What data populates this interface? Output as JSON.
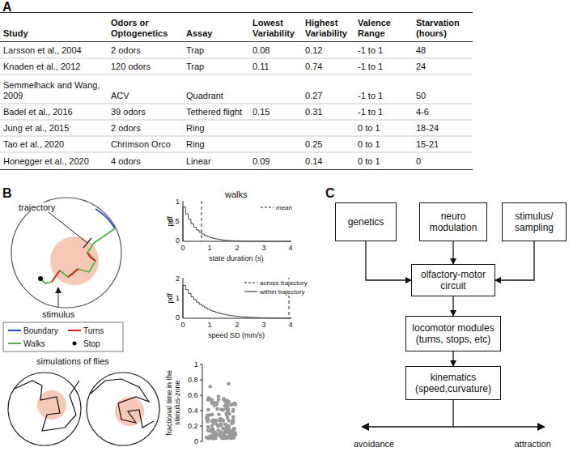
{
  "diagram": {
    "nodes": [
      {
        "text": [
          "genetics"
        ]
      },
      {
        "text": [
          "neuro modulation"
        ]
      },
      {
        "text": [
          "stimulus/ sampling"
        ]
      },
      {
        "text": [
          "olfactory-motor circuit"
        ]
      },
      {
        "text": [
          "locomotor modules (turns, stops, etc)"
        ]
      },
      {
        "text": [
          "kinematics (speed,curvature)"
        ]
      }
    ],
    "edges": [
      {
        "from": 0,
        "to": 3,
        "arrow": "to"
      },
      {
        "from": 1,
        "to": 3,
        "arrow": "to"
      },
      {
        "from": 2,
        "to": 3,
        "arrow": "to"
      },
      {
        "from": 3,
        "to": 4,
        "arrow": "to"
      },
      {
        "from": 4,
        "to": 5,
        "arrow": "to"
      }
    ],
    "labels": [
      "A",
      "Study",
      "Odors or Optogenetics",
      "Assay",
      "Lowest Variability",
      "Highest Variability",
      "Valence Range",
      "Starvation (hours)",
      "Larsson et al., 2004",
      "2 odors",
      "Trap",
      "0.08",
      "0.12",
      "-1 to 1",
      "48",
      "Knaden et al., 2012",
      "120 odors",
      "Trap",
      "0.11",
      "0.74",
      "-1 to 1",
      "24",
      "Semmelhack and Wang, 2009",
      "ACV",
      "Quadrant",
      "0.27",
      "-1 to 1",
      "50",
      "Badel et al., 2016",
      "39 odors",
      "Tethered flight",
      "0.15",
      "0.31",
      "-1 to 1",
      "4-6",
      "Jung et al., 2015",
      "2 odors",
      "Ring",
      "0 to 1",
      "18-24",
      "Tao et al., 2020",
      "Chrimson Orco",
      "Ring",
      "0.25",
      "0 to 1",
      "15-21",
      "Honegger et al., 2020",
      "4 odors",
      "Linear",
      "0.09",
      "0.14",
      "0 to 1",
      "0",
      "B",
      "trajectory",
      "stimulus",
      "walks",
      "pdf",
      "1",
      "0.5",
      "0",
      "0",
      "1",
      "2",
      "3",
      "4",
      "state duration (s)",
      "pdf",
      "2",
      "1",
      "0",
      "0",
      "1",
      "2",
      "3",
      "4",
      "speed SD (mm/s)",
      "simulations of flies",
      "1",
      "0.8",
      "0.6",
      "0.4",
      "0.2",
      "0",
      "fractional time in the stimulus-zone",
      "C",
      "avoidance",
      "attraction"
    ],
    "legend": [
      {
        "text": "Boundary"
      },
      {
        "text": "Turns"
      },
      {
        "text": "Walks"
      },
      {
        "text": "Stop"
      },
      {
        "text": "mean"
      },
      {
        "text": "across trajectory"
      },
      {
        "text": "within trajectory"
      }
    ]
  }
}
